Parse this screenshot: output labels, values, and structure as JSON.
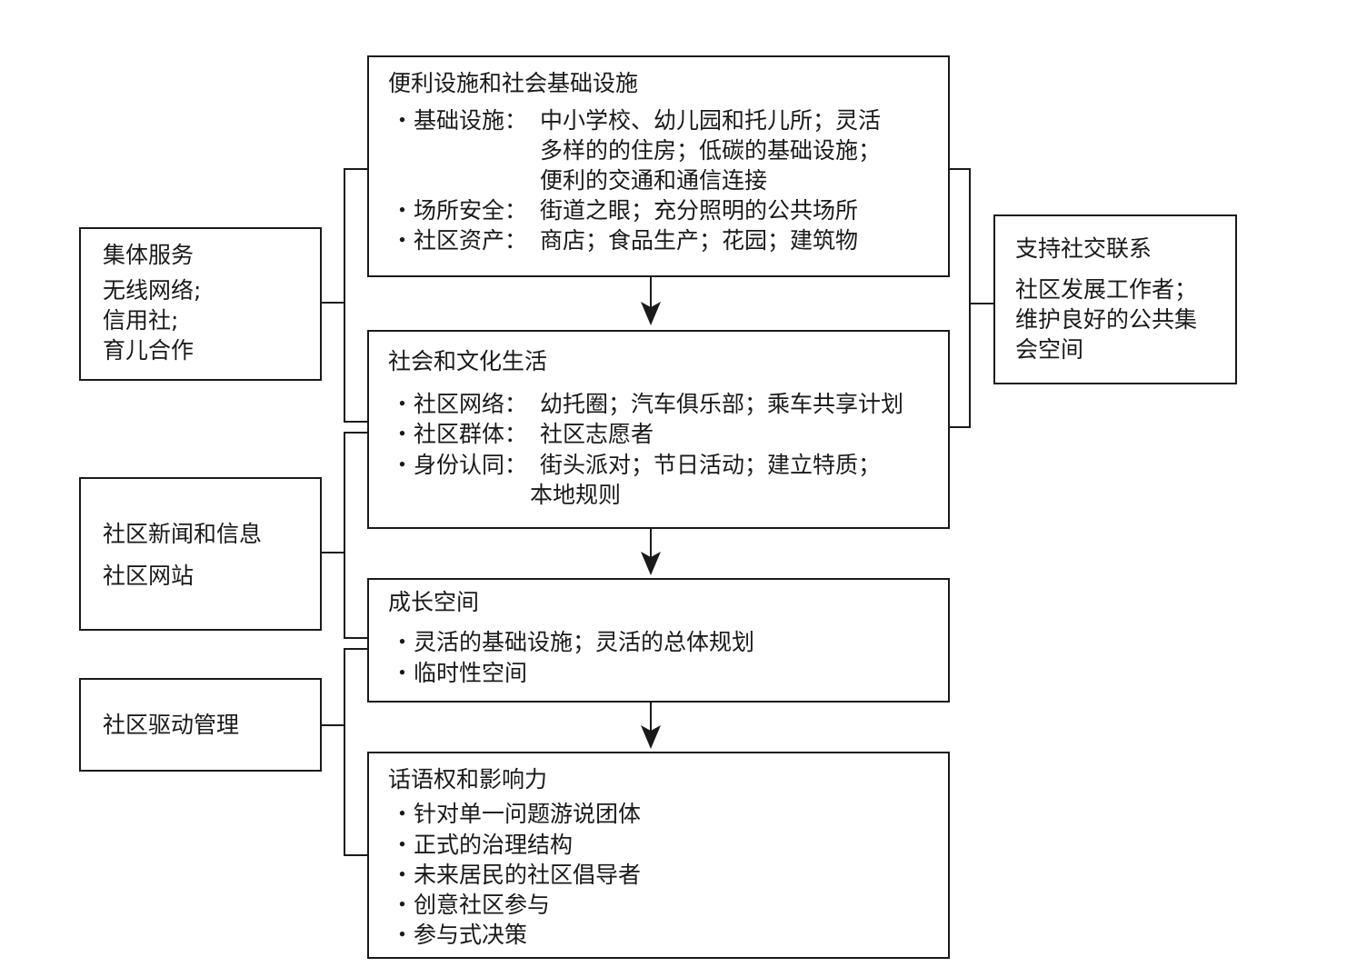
{
  "facilities": {
    "title": "便利设施和社会基础设施",
    "b1_label": "・基础设施：",
    "b1_l1": "中小学校、幼儿园和托儿所；灵活",
    "b1_l2": "多样的的住房；低碳的基础设施；",
    "b1_l3": "便利的交通和通信连接",
    "b2_label": "・场所安全：",
    "b2_text": "街道之眼；充分照明的公共场所",
    "b3_label": "・社区资产：",
    "b3_text": "商店；食品生产；花园；建筑物"
  },
  "social": {
    "title": "社会和文化生活",
    "b1_label": "・社区网络：",
    "b1_text": "幼托圈；汽车俱乐部；乘车共享计划",
    "b2_label": "・社区群体：",
    "b2_text": "社区志愿者",
    "b3_label": "・身份认同：",
    "b3_l1": "街头派对；节日活动；建立特质；",
    "b3_l2": "本地规则"
  },
  "growth": {
    "title": "成长空间",
    "b1": "・灵活的基础设施；灵活的总体规划",
    "b2": "・临时性空间"
  },
  "voice": {
    "title": "话语权和影响力",
    "b1": "・针对单一问题游说团体",
    "b2": "・正式的治理结构",
    "b3": "・未来居民的社区倡导者",
    "b4": "・创意社区参与",
    "b5": "・参与式决策"
  },
  "collective": {
    "title": "集体服务",
    "l1": "无线网络;",
    "l2": "信用社;",
    "l3": "育儿合作"
  },
  "news": {
    "title": "社区新闻和信息",
    "l1": "社区网站"
  },
  "governance": {
    "title": "社区驱动管理"
  },
  "support": {
    "title": "支持社交联系",
    "l1": "社区发展工作者；",
    "l2": "维护良好的公共集",
    "l3": "会空间"
  },
  "colors": {
    "line": "#1a1a1a",
    "background": "#ffffff"
  }
}
